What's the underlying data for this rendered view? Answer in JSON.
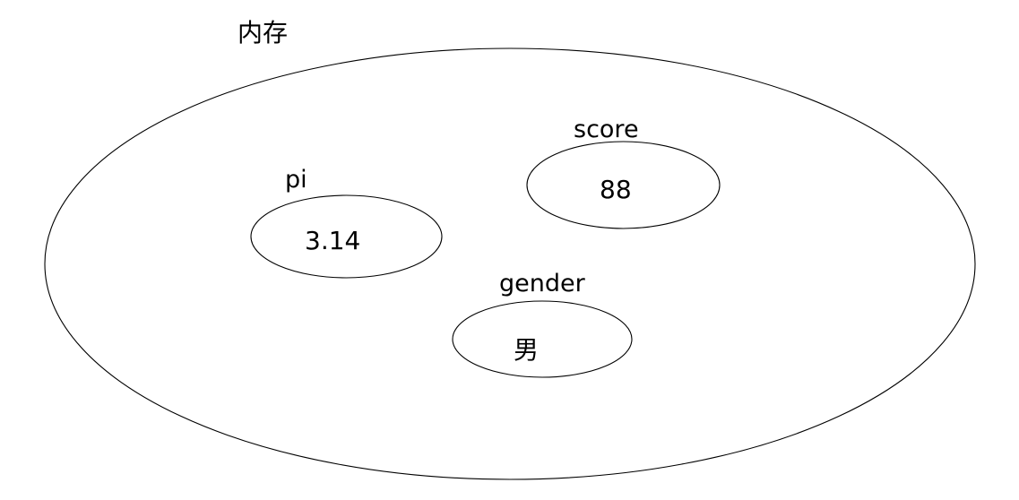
{
  "diagram": {
    "type": "memory-variable-diagram",
    "background_color": "#ffffff",
    "stroke_color": "#000000",
    "container": {
      "title": "内存",
      "shape": "ellipse"
    },
    "variables": [
      {
        "name": "pi",
        "value": "3.14",
        "shape": "ellipse"
      },
      {
        "name": "score",
        "value": "88",
        "shape": "ellipse"
      },
      {
        "name": "gender",
        "value": "男",
        "shape": "ellipse"
      }
    ]
  }
}
